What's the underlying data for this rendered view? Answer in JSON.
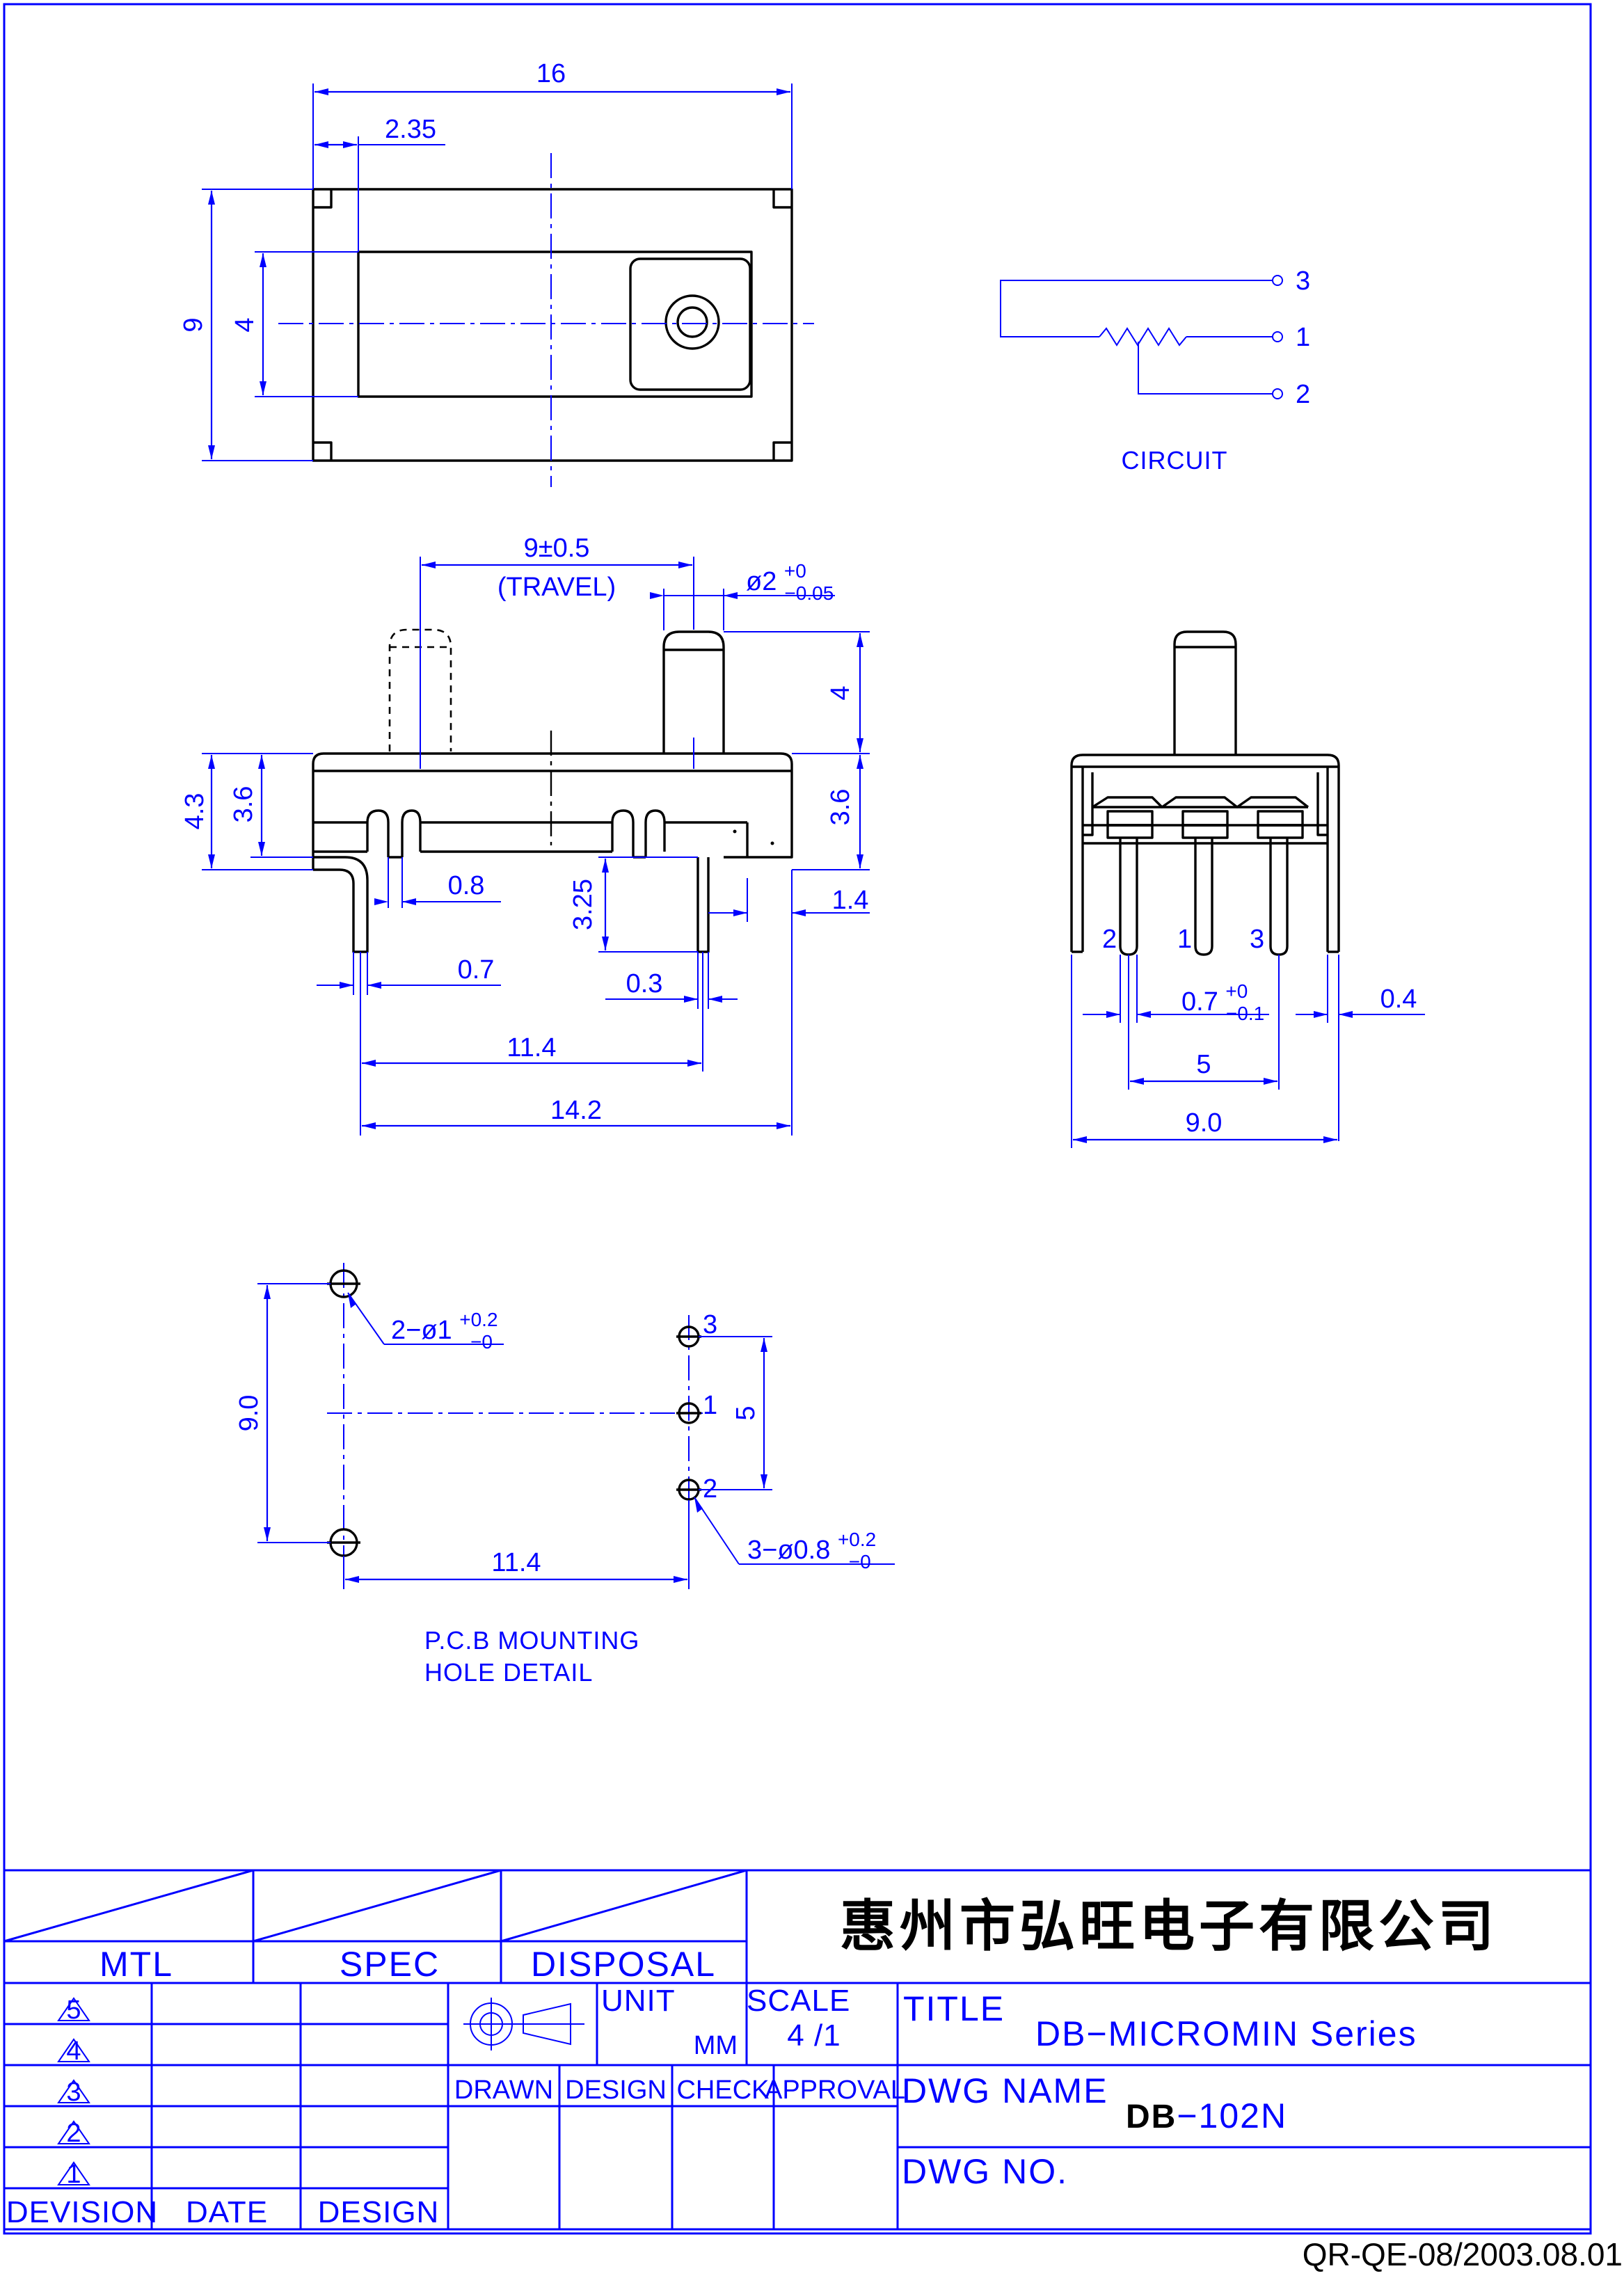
{
  "top_view": {
    "dims": {
      "length": "16",
      "offset": "2.35",
      "height": "9",
      "slot": "4"
    }
  },
  "circuit": {
    "label": "CIRCUIT",
    "pins": [
      "3",
      "1",
      "2"
    ]
  },
  "side_view": {
    "travel": "9±0.5",
    "travel_label": "(TRAVEL)",
    "knob_dia": {
      "base": "ø2",
      "sup": "+0",
      "sub": "−0.05"
    },
    "knob_height": "4",
    "height_total": "4.3",
    "body_height_left": "3.6",
    "body_height_right": "3.6",
    "pin_w1": "0.8",
    "pin_len": "3.25",
    "pin_gap": "1.4",
    "pin_w2": "0.7",
    "pin_thk": "0.3",
    "span_11_4": "11.4",
    "span_14_2": "14.2"
  },
  "end_view": {
    "pin_labels": [
      "2",
      "1",
      "3"
    ],
    "pin_width": {
      "base": "0.7",
      "sup": "+0",
      "sub": "−0.1"
    },
    "tab": "0.4",
    "pitch": "5",
    "width": "9.0"
  },
  "pcb": {
    "mount_holes": {
      "base": "2−ø1",
      "sup": "+0.2",
      "sub": "−0"
    },
    "pin_holes": {
      "base": "3−ø0.8",
      "sup": "+0.2",
      "sub": "−0"
    },
    "height": "9.0",
    "pitch": "5",
    "span": "11.4",
    "hole_labels": [
      "3",
      "1",
      "2"
    ],
    "title_line1": "P.C.B  MOUNTING",
    "title_line2": "HOLE  DETAIL"
  },
  "title_block": {
    "company": "惠州市弘旺电子有限公司",
    "headers": [
      "MTL",
      "SPEC",
      "DISPOSAL"
    ],
    "revisions": [
      "5",
      "4",
      "3",
      "2",
      "1"
    ],
    "rev_cols": [
      "DEVISION",
      "DATE",
      "DESIGN"
    ],
    "unit_label": "UNIT",
    "unit_value": "MM",
    "scale_label": "SCALE",
    "scale_value": "4 /1",
    "roles": [
      "DRAWN",
      "DESIGN",
      "CHECK",
      "APPROVAL"
    ],
    "title_label": "TITLE",
    "title_value": "DB−MICROMIN  Series",
    "dwg_name_label": "DWG  NAME",
    "dwg_name_bold": "DB",
    "dwg_name_rest": "−102N",
    "dwg_no_label": "DWG  NO."
  },
  "footer": "QR-QE-08/2003.08.01"
}
